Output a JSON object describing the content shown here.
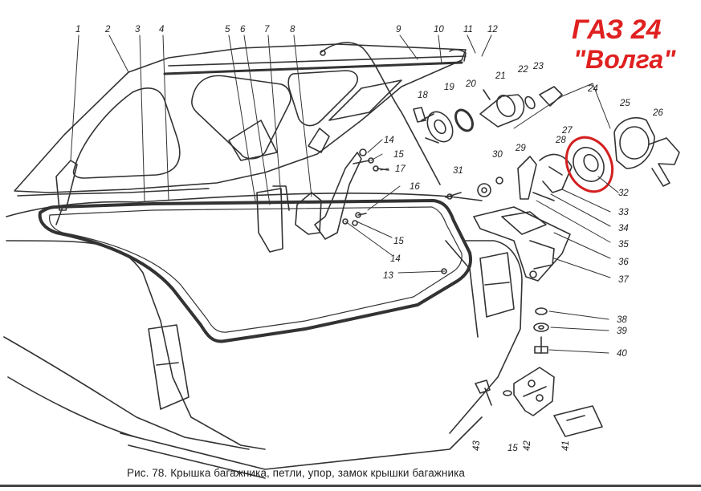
{
  "brand": {
    "model": "ГАЗ 24",
    "name": "\"Волга\"",
    "color": "#e02020"
  },
  "caption": "Рис. 78. Крышка багажника, петли, упор, замок крышки багажника",
  "colors": {
    "ink": "#333333",
    "highlight": "#d42020",
    "paper": "#ffffff"
  },
  "callouts": [
    "1",
    "2",
    "3",
    "4",
    "5",
    "6",
    "7",
    "8",
    "9",
    "10",
    "11",
    "12",
    "13",
    "14",
    "15",
    "16",
    "17",
    "18",
    "19",
    "20",
    "21",
    "22",
    "23",
    "24",
    "25",
    "26",
    "27",
    "28",
    "29",
    "30",
    "31",
    "32",
    "33",
    "34",
    "35",
    "36",
    "37",
    "38",
    "39",
    "40",
    "41",
    "42",
    "43"
  ]
}
